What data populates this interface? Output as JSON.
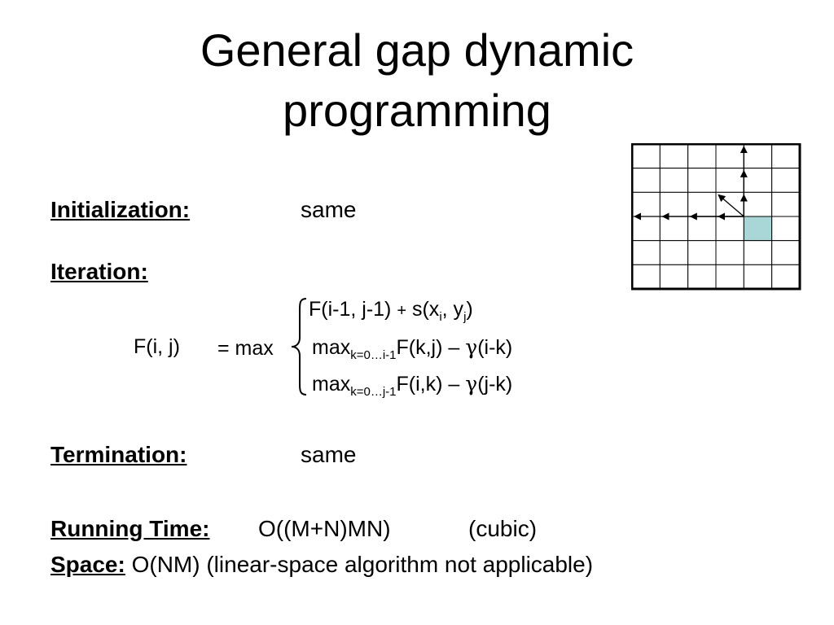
{
  "slide": {
    "title_line_1": "General gap dynamic",
    "title_line_2": "programming"
  },
  "initialization": {
    "label": "Initialization:",
    "value": "same"
  },
  "iteration": {
    "label": "Iteration:",
    "lhs": "F(i, j)",
    "op": "= max",
    "case1": {
      "text": "F(i-1, j-1)",
      "plus": "+",
      "s": "s(x",
      "s_sub_i": "i",
      "s_mid": ", y",
      "s_sub_j": "j",
      "s_end": ")"
    },
    "case2": {
      "max": "max",
      "sub": "k=0…i-1",
      "term": "F(k,j) – ",
      "gamma": "γ",
      "tail": "(i-k)"
    },
    "case3": {
      "max": "max",
      "sub": "k=0…j-1",
      "term": "F(i,k) – ",
      "gamma": "γ",
      "tail": "(j-k)"
    }
  },
  "termination": {
    "label": "Termination:",
    "value": "same"
  },
  "running_time": {
    "label": "Running Time:",
    "value": "O((M+N)MN)",
    "note": "(cubic)"
  },
  "space": {
    "label": "Space:",
    "value": "O(NM) (linear-space algorithm not applicable)"
  },
  "diagram": {
    "rows": 6,
    "cols": 6,
    "highlight_cell": {
      "row": 3,
      "col": 4
    },
    "highlight_color": "#a9d7d8",
    "grid_color": "#000000"
  }
}
